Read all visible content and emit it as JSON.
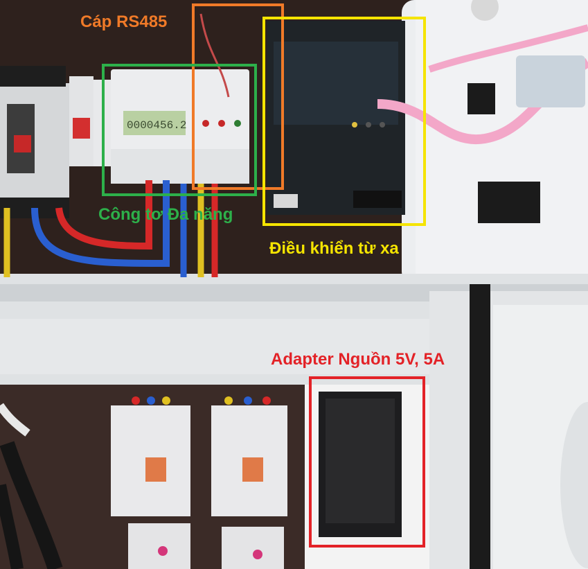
{
  "annotations": [
    {
      "key": "rs485",
      "text": "Cáp RS485",
      "color": "#f07a28"
    },
    {
      "key": "meter",
      "text": "Công tơ Đa năng",
      "color": "#2db04a"
    },
    {
      "key": "remote",
      "text": "Điều khiển từ xa",
      "color": "#f5e400"
    },
    {
      "key": "adapter",
      "text": "Adapter Nguồn 5V, 5A",
      "color": "#e32227"
    }
  ],
  "meter_display": "0000456.2"
}
